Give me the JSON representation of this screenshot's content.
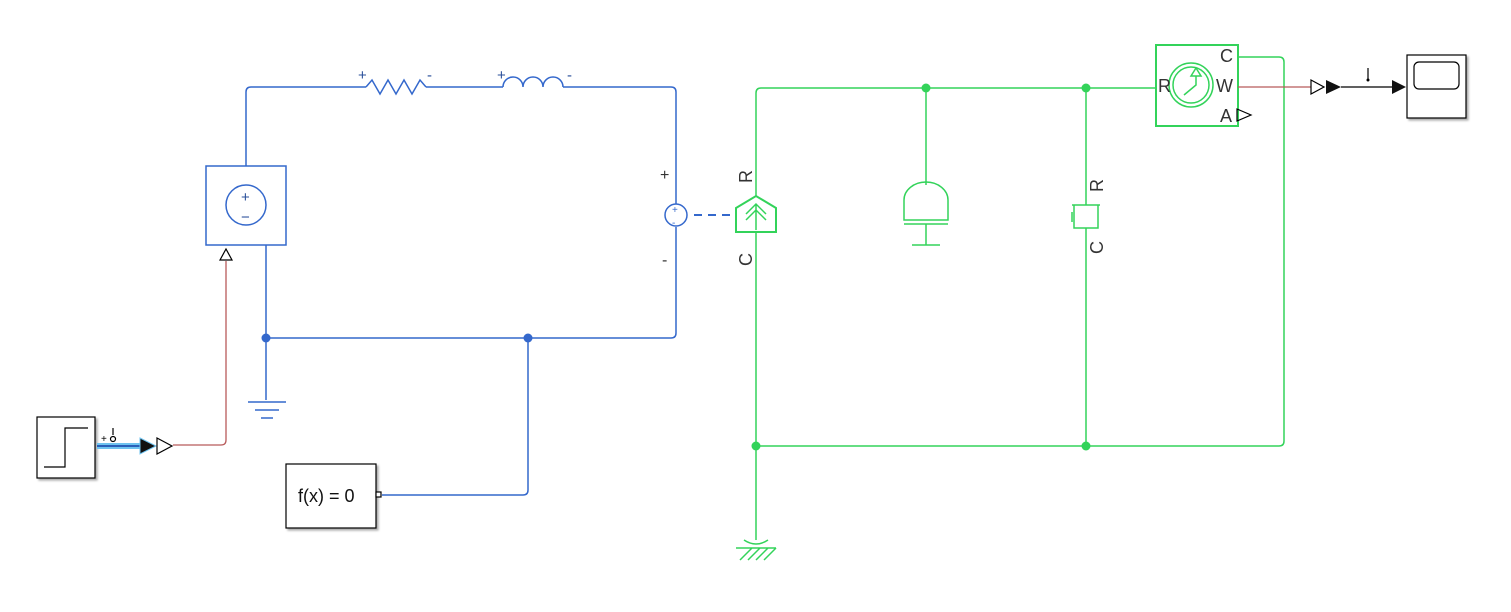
{
  "colors": {
    "electrical": "#3468cc",
    "mechanical": "#33d35a",
    "signal": "#b85a5a"
  },
  "electrical": {
    "resistor_plus": "+",
    "resistor_minus": "-",
    "inductor_plus": "+",
    "inductor_minus": "-",
    "source_plus": "+",
    "source_minus": "−",
    "actuator_plus": "+",
    "actuator_minus": "-"
  },
  "solver": {
    "label": "f(x) = 0"
  },
  "mechanical": {
    "force_source_top": "R",
    "force_source_bottom": "C",
    "damper_top": "R",
    "damper_bottom": "C",
    "sensor_ports": {
      "r": "R",
      "c": "C",
      "w": "W",
      "a": "A"
    }
  },
  "blocks": [
    "step",
    "ps-converter",
    "controlled-voltage-source",
    "resistor",
    "inductor",
    "electrical-reference",
    "solver-configuration",
    "rotational-electromechanical-converter",
    "inertia",
    "rotational-damper",
    "mechanical-rotational-reference",
    "ideal-rotational-motion-sensor",
    "scope"
  ]
}
